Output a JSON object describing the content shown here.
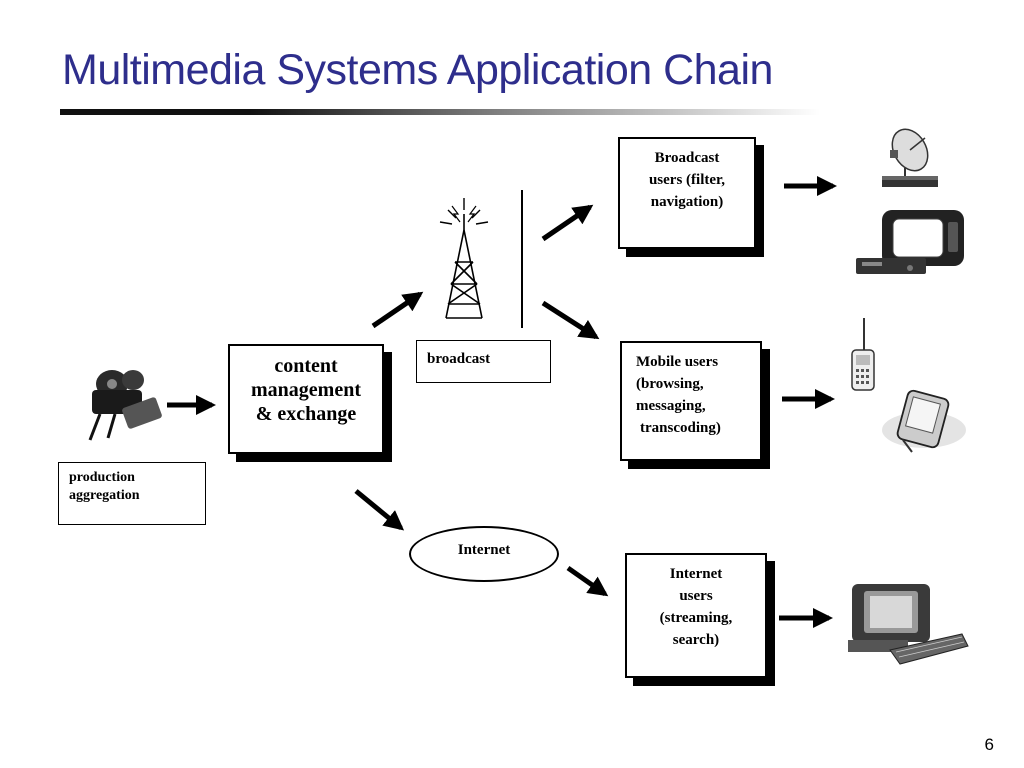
{
  "slide": {
    "title": "Multimedia Systems Application Chain",
    "page_number": "6"
  },
  "diagram": {
    "content_box": {
      "lines": [
        "content",
        "management",
        "& exchange"
      ]
    },
    "production_box": {
      "lines": [
        "production",
        "aggregation"
      ]
    },
    "broadcast_box": {
      "label": "broadcast"
    },
    "internet_ellipse": {
      "label": "Internet"
    },
    "broadcast_users_box": {
      "lines": [
        "Broadcast",
        "users (filter,",
        "navigation)"
      ]
    },
    "mobile_users_box": {
      "lines": [
        "Mobile users",
        "(browsing,",
        "messaging,",
        "transcoding)"
      ]
    },
    "internet_users_box": {
      "lines": [
        "Internet",
        "users",
        "(streaming,",
        "search)"
      ]
    },
    "icons": [
      "film-camera-icon",
      "broadcast-tower-icon",
      "satellite-dish-icon",
      "television-icon",
      "mobile-phone-icon",
      "pda-icon",
      "desktop-computer-icon"
    ]
  }
}
